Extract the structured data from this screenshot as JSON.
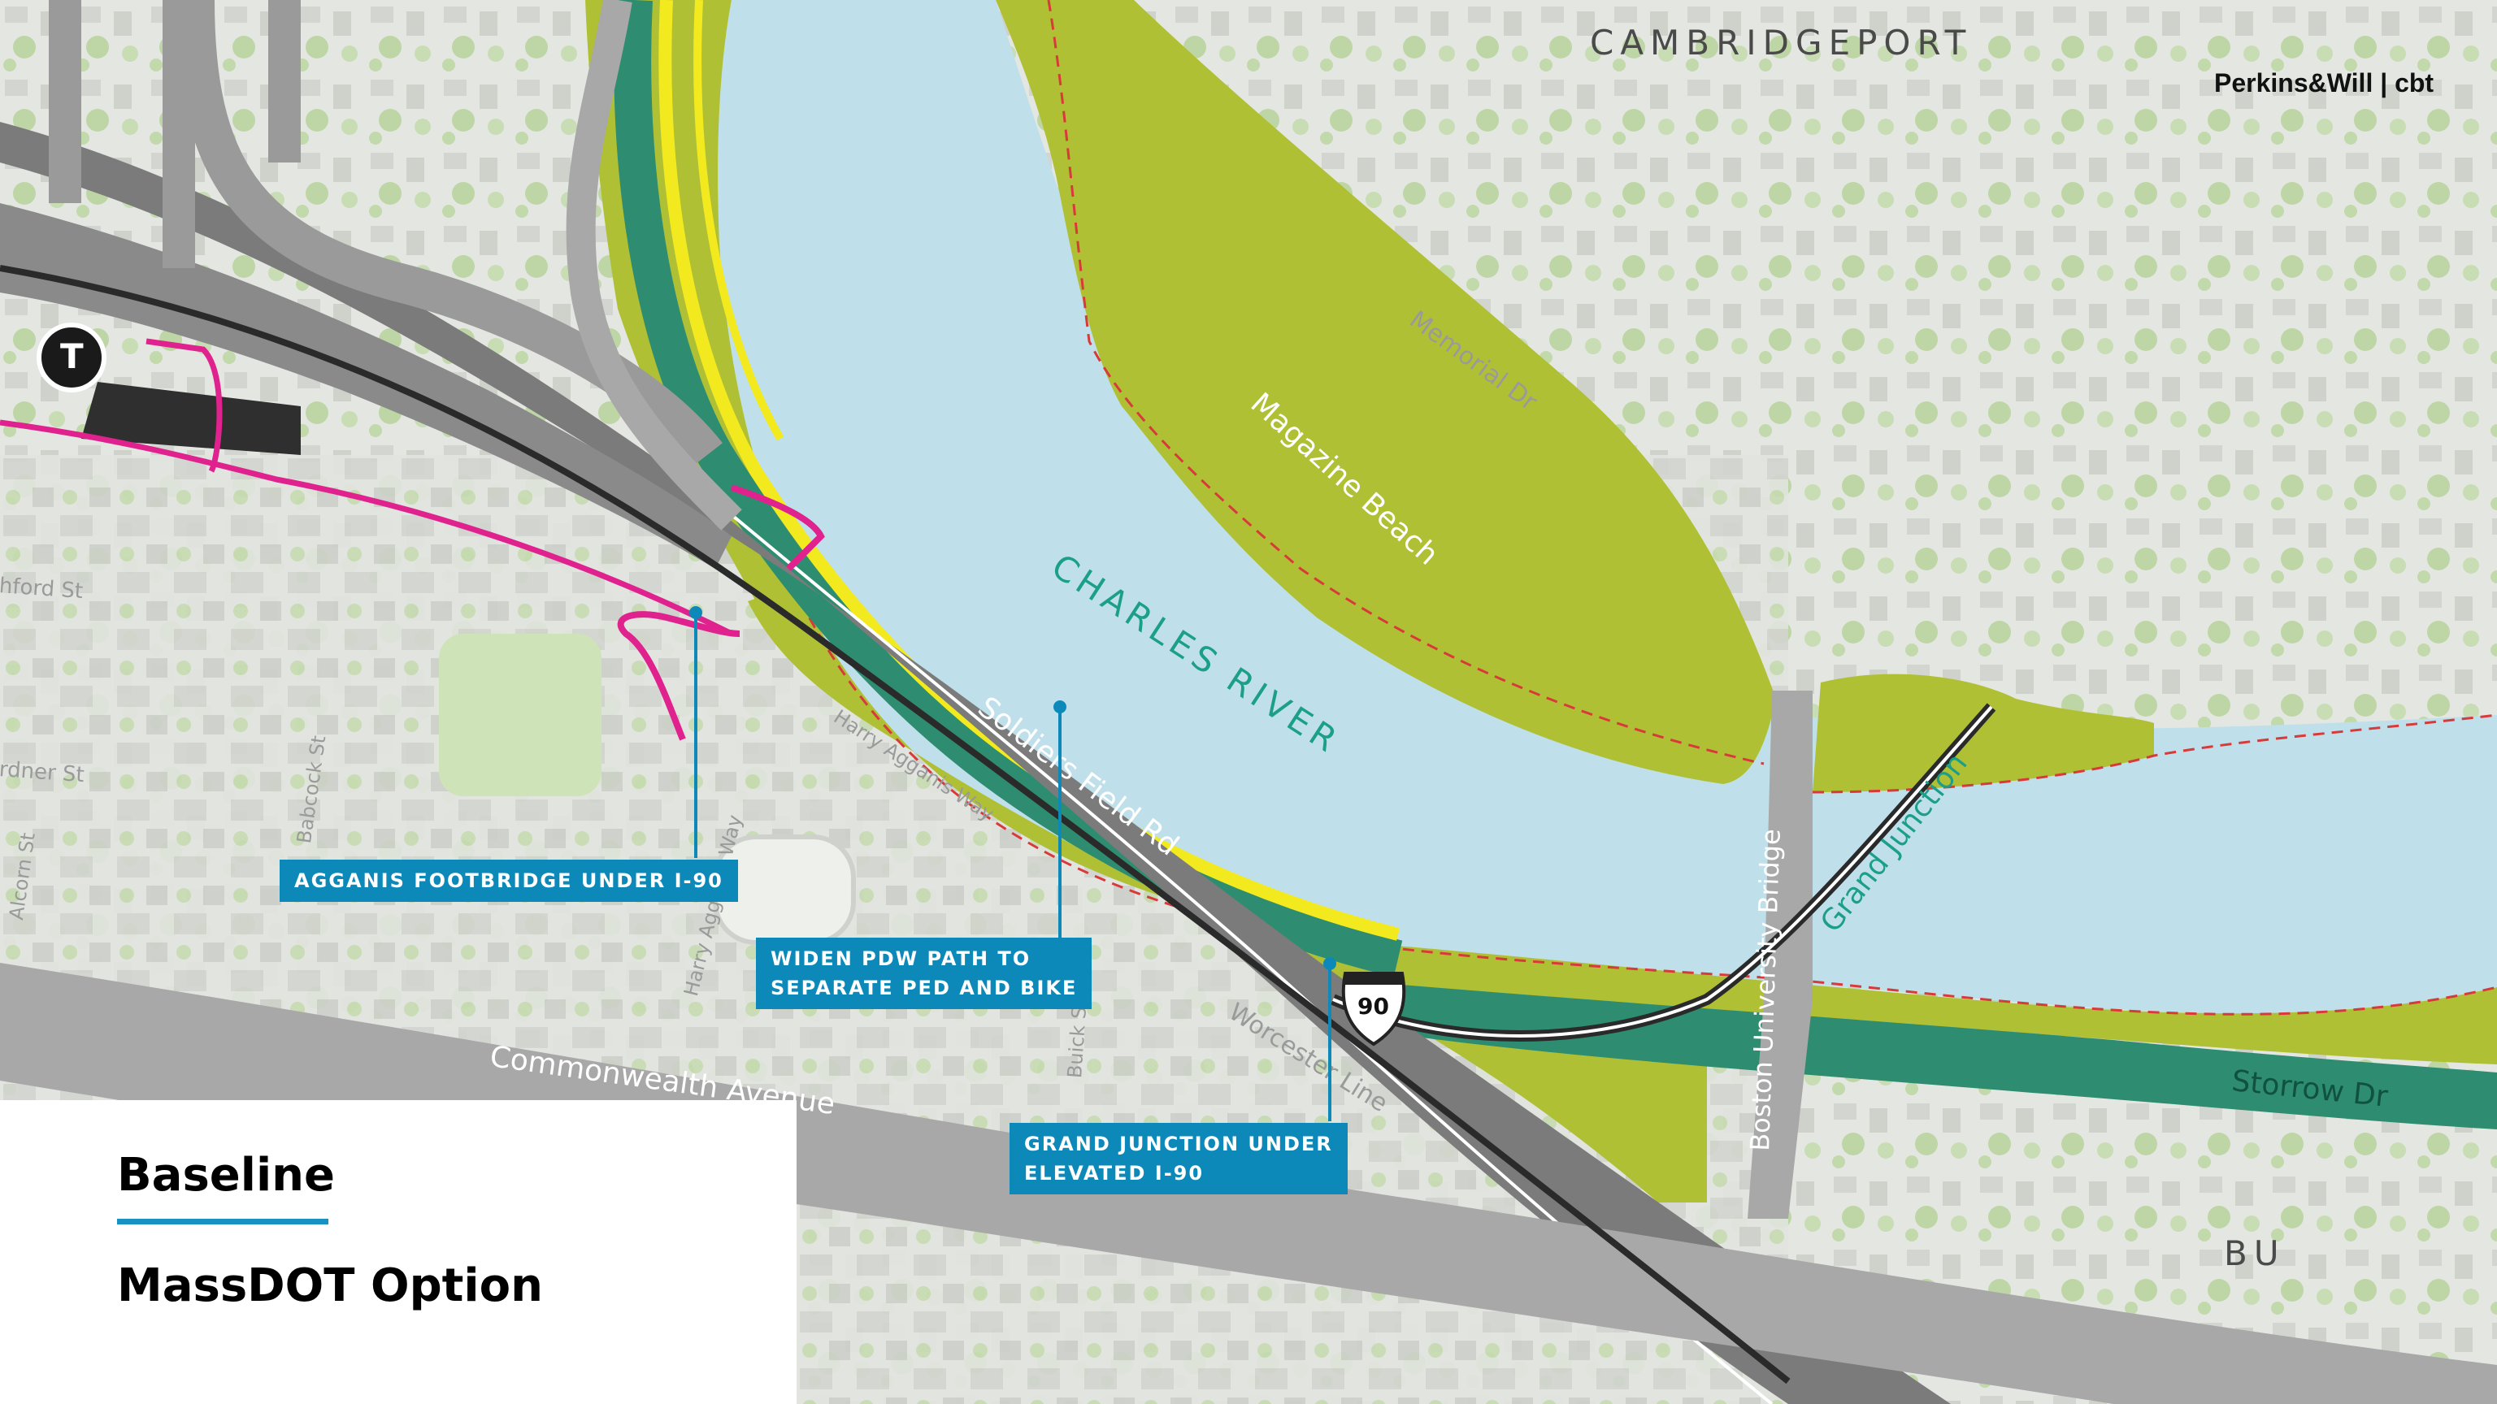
{
  "logo": "Perkins&Will | cbt",
  "neighborhoods": {
    "cambridgeport": "CAMBRIDGEPORT",
    "bu": "BU"
  },
  "water": {
    "river": "CHARLES RIVER"
  },
  "places": {
    "magazine_beach": "Magazine Beach",
    "grand_junction": "Grand Junction"
  },
  "streets": {
    "memorial_dr": "Memorial Dr",
    "soldiers_field_rd": "Soldiers Field Rd",
    "harry_agganis_way_1": "Harry Agganis Way",
    "harry_agganis_way_2": "Harry Agganis Way",
    "commonwealth_ave": "Commonwealth Avenue",
    "boston_university_bridge": "Boston University Bridge",
    "storrow_dr": "Storrow Dr",
    "worcester_line": "Worcester Line",
    "buick_st": "Buick St",
    "babcock_st": "Babcock St",
    "alcorn_st": "Alcorn St",
    "ashford_st": "hford St",
    "gardner_st": "rdner St"
  },
  "highway_shield": "90",
  "transit_icon": "T",
  "callouts": {
    "agganis": "AGGANIS FOOTBRIDGE UNDER I-90",
    "pdw": "WIDEN PDW PATH TO\nSEPARATE PED AND BIKE",
    "grand_junction": "GRAND JUNCTION UNDER\nELEVATED I-90"
  },
  "legend": {
    "baseline": "Baseline",
    "massdot": "MassDOT Option"
  },
  "colors": {
    "water": "#bfe0ea",
    "parkland": "#b0c035",
    "road": "#a8a8a8",
    "highway": "#7b7b7b",
    "ped_path": "#f2ea1f",
    "green_path": "#2e8d70",
    "transit": "#e0228e",
    "callout": "#0c89b8",
    "city_text": "#5c5c5c"
  }
}
